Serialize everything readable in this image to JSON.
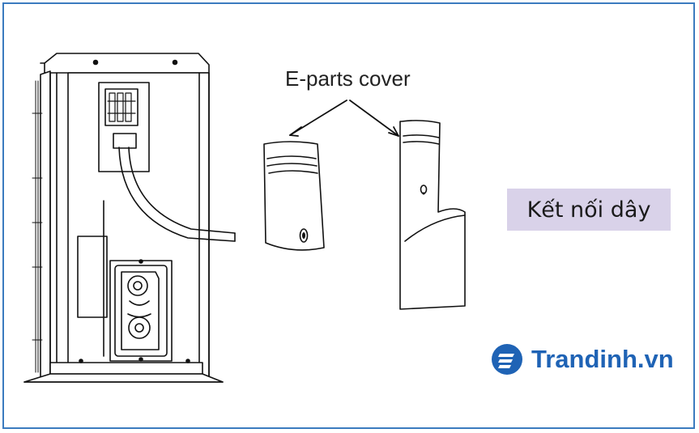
{
  "diagram": {
    "callout_label": "E-parts cover",
    "connection_label": "Kết nối dây"
  },
  "brand": {
    "name": "Trandinh.vn",
    "logo_icon": "trandinh-logo-icon",
    "color": "#1f63b5"
  },
  "colors": {
    "frame": "#3b7bbf",
    "label_background": "#d9d2e9"
  }
}
